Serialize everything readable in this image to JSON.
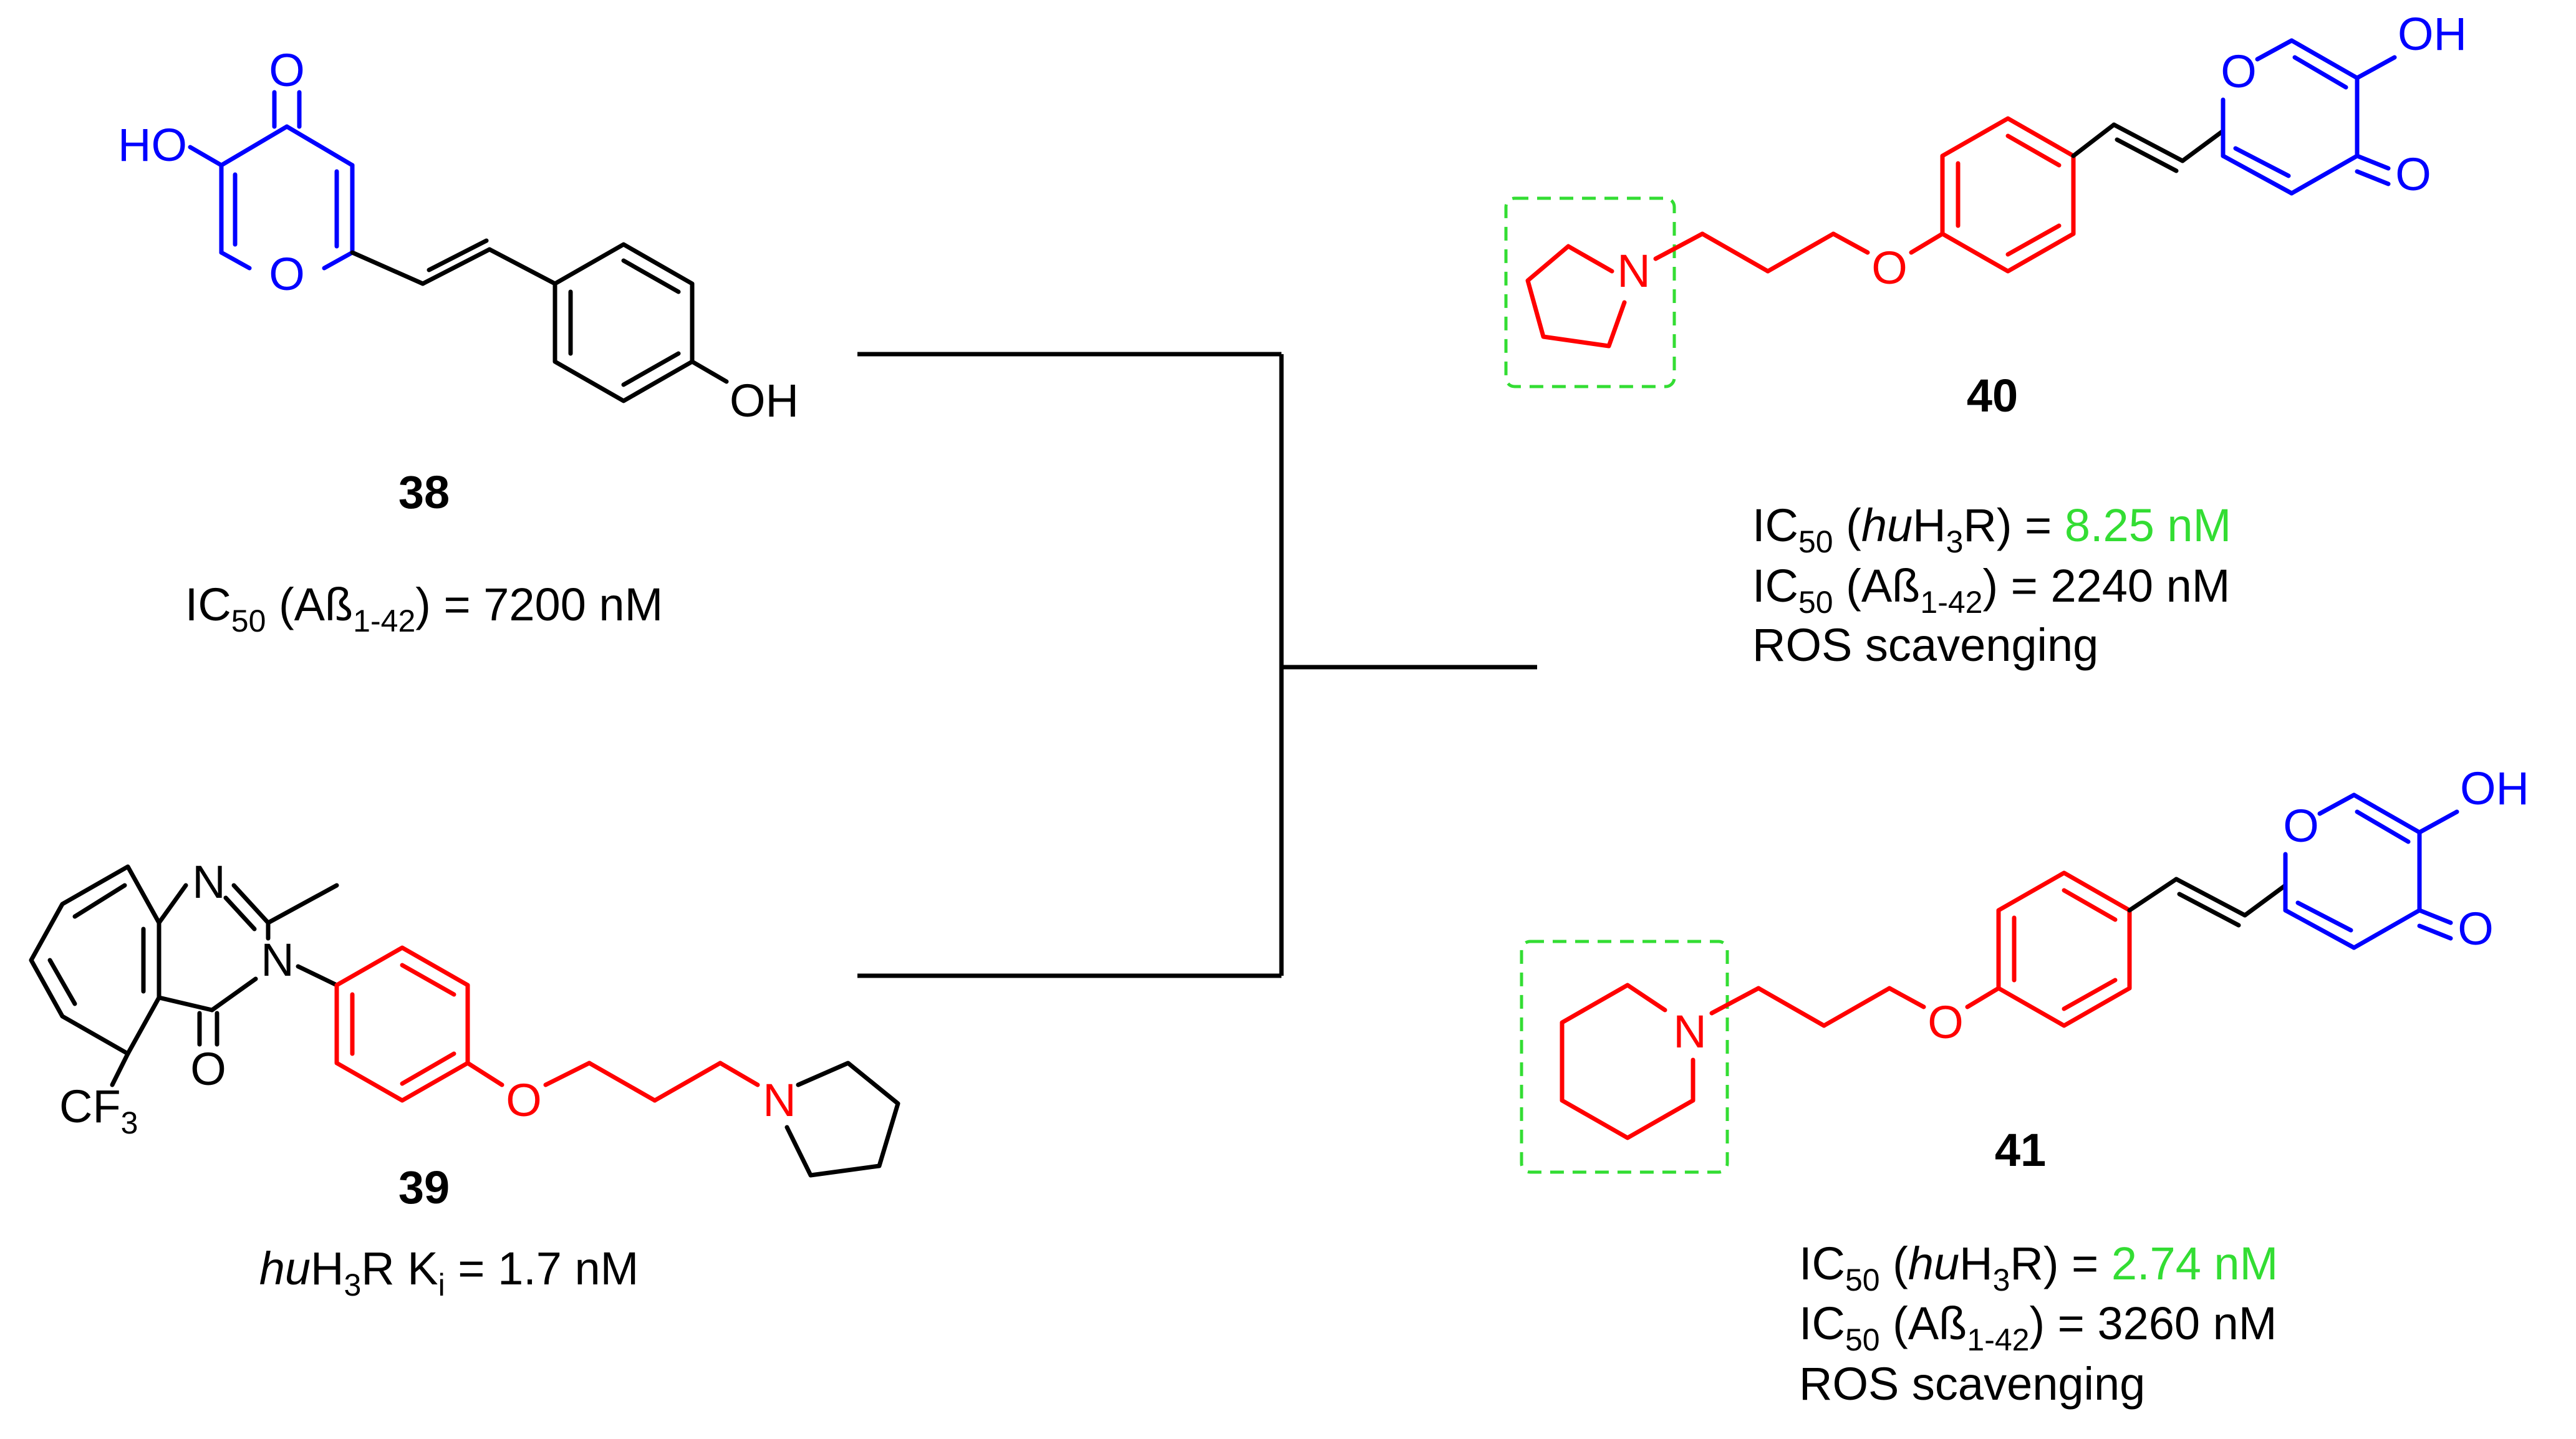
{
  "colors": {
    "scaffold_blue": "#0000ff",
    "linker_red": "#ff0000",
    "highlight_green": "#33dd33",
    "text_black": "#000000"
  },
  "atoms": {
    "O": "O",
    "HO": "HO",
    "OH": "OH",
    "N": "N",
    "CF": "CF",
    "three": "3"
  },
  "compounds": {
    "c38": {
      "label": "38",
      "activity_1": {
        "prefix": "IC",
        "sub1": "50",
        "mid": " (Aß",
        "sub2": "1-42",
        "suffix": ") = 7200 nM"
      }
    },
    "c39": {
      "label": "39",
      "activity_1": {
        "italic": "hu",
        "mid": "H",
        "sub1": "3",
        "mid2": "R K",
        "sub2": "i",
        "suffix": " = 1.7 nM"
      }
    },
    "c40": {
      "label": "40",
      "activity_1": {
        "prefix": "IC",
        "sub1": "50",
        "mid": " (",
        "italic": "hu",
        "mid2": "H",
        "sub2": "3",
        "mid3": "R) = ",
        "value": "8.25 nM"
      },
      "activity_2": {
        "prefix": "IC",
        "sub1": "50",
        "mid": " (Aß",
        "sub2": "1-42",
        "suffix": ") = 2240 nM"
      },
      "activity_3": "ROS scavenging"
    },
    "c41": {
      "label": "41",
      "activity_1": {
        "prefix": "IC",
        "sub1": "50",
        "mid": " (",
        "italic": "hu",
        "mid2": "H",
        "sub2": "3",
        "mid3": "R) = ",
        "value": "2.74 nM"
      },
      "activity_2": {
        "prefix": "IC",
        "sub1": "50",
        "mid": " (Aß",
        "sub2": "1-42",
        "suffix": ") = 3260 nM"
      },
      "activity_3": "ROS scavenging"
    }
  }
}
